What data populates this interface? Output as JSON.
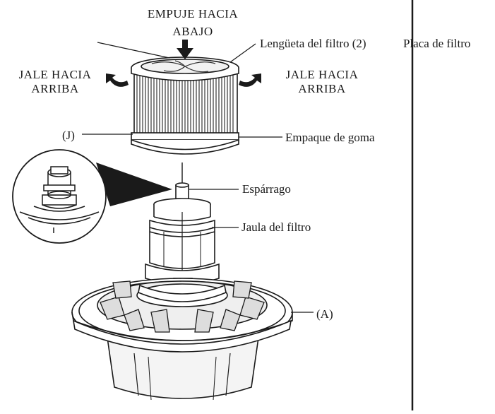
{
  "labels": {
    "push_down_line1": "EMPUJE HACIA",
    "push_down_line2": "ABAJO",
    "pull_up_left_line1": "JALE HACIA",
    "pull_up_left_line2": "ARRIBA",
    "pull_up_right_line1": "JALE HACIA",
    "pull_up_right_line2": "ARRIBA",
    "filter_tab": "Lengüeta del filtro (2)",
    "filter_plate": "Placa de filtro",
    "part_j": "(J)",
    "rubber_gasket": "Empaque de goma",
    "stud": "Espárrago",
    "filter_cage": "Jaula del filtro",
    "part_a": "(A)"
  },
  "colors": {
    "line": "#1a1a1a",
    "background": "#ffffff",
    "shade": "#d9d9d9",
    "dark": "#555555"
  }
}
